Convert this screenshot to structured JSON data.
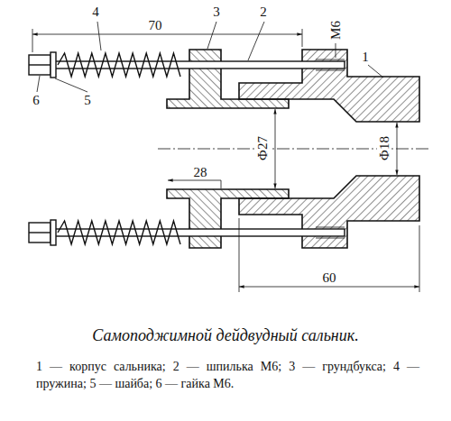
{
  "diagram": {
    "title": "Самоподжимной дейдвудный сальник.",
    "caption": "1 — корпус сальника; 2 — шпилька М6; 3 — грундбукса; 4 — пружина; 5 — шайба; 6 — гайка М6.",
    "labels": [
      "4",
      "3",
      "2",
      "1",
      "6",
      "5",
      "70",
      "М6",
      "28",
      "Ф27",
      "Ф18",
      "60"
    ]
  }
}
